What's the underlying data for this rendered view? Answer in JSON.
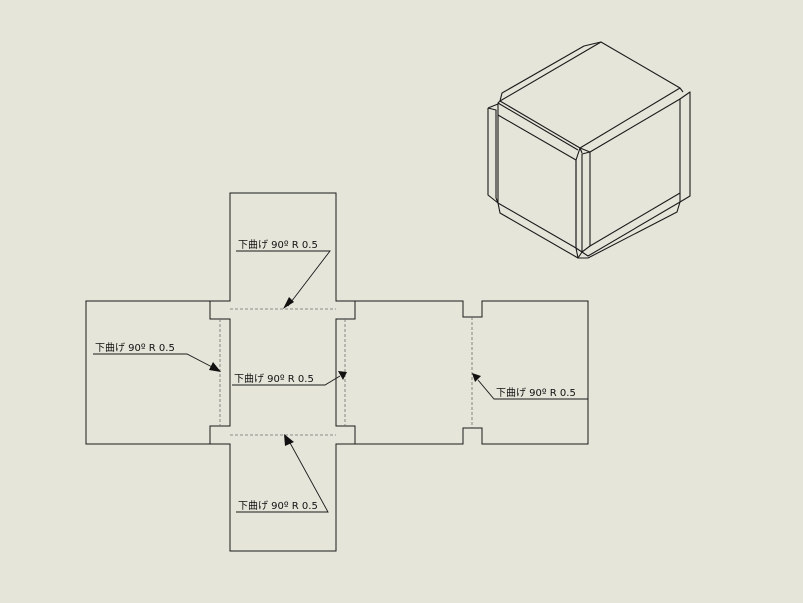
{
  "bend_note_text": "下曲げ  90º  R 0.5",
  "bend_notes": [
    {
      "id": "top",
      "text": "下曲げ  90º  R 0.5"
    },
    {
      "id": "left",
      "text": "下曲げ  90º  R 0.5"
    },
    {
      "id": "center",
      "text": "下曲げ  90º  R 0.5"
    },
    {
      "id": "right",
      "text": "下曲げ  90º  R 0.5"
    },
    {
      "id": "bottom",
      "text": "下曲げ  90º  R 0.5"
    }
  ],
  "colors": {
    "background": "#e6e5da",
    "line": "#1a1a1a",
    "bend_line": "#6f6f6f"
  }
}
